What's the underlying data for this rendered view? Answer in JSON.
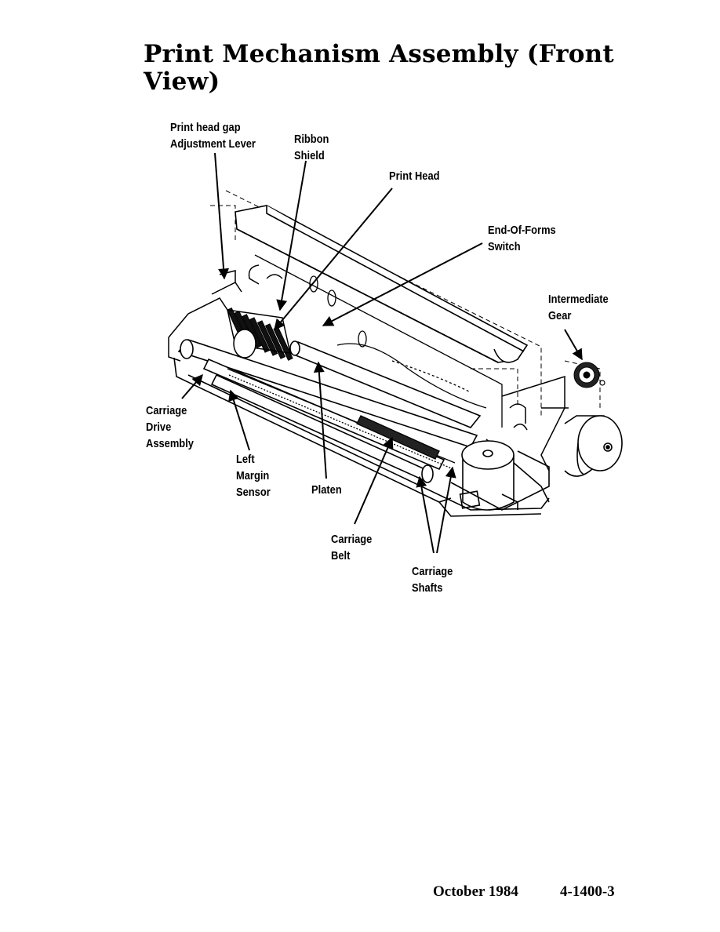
{
  "title_lines": [
    "Print Mechanism Assembly (Front",
    "View)"
  ],
  "callouts": {
    "gap_lever": [
      "Print head gap",
      "Adjustment Lever"
    ],
    "ribbon_shield": [
      "Ribbon",
      "Shield"
    ],
    "print_head": [
      "Print Head"
    ],
    "end_of_forms": [
      "End-Of-Forms",
      "Switch"
    ],
    "intermediate_gear": [
      "Intermediate",
      "Gear"
    ],
    "carriage_drive": [
      "Carriage",
      "Drive",
      "Assembly"
    ],
    "left_margin": [
      "Left",
      "Margin",
      "Sensor"
    ],
    "platen": [
      "Platen"
    ],
    "carriage_belt": [
      "Carriage",
      "Belt"
    ],
    "carriage_shafts": [
      "Carriage",
      "Shafts"
    ]
  },
  "footer": {
    "date": "October 1984",
    "page_number": "4-1400-3"
  }
}
